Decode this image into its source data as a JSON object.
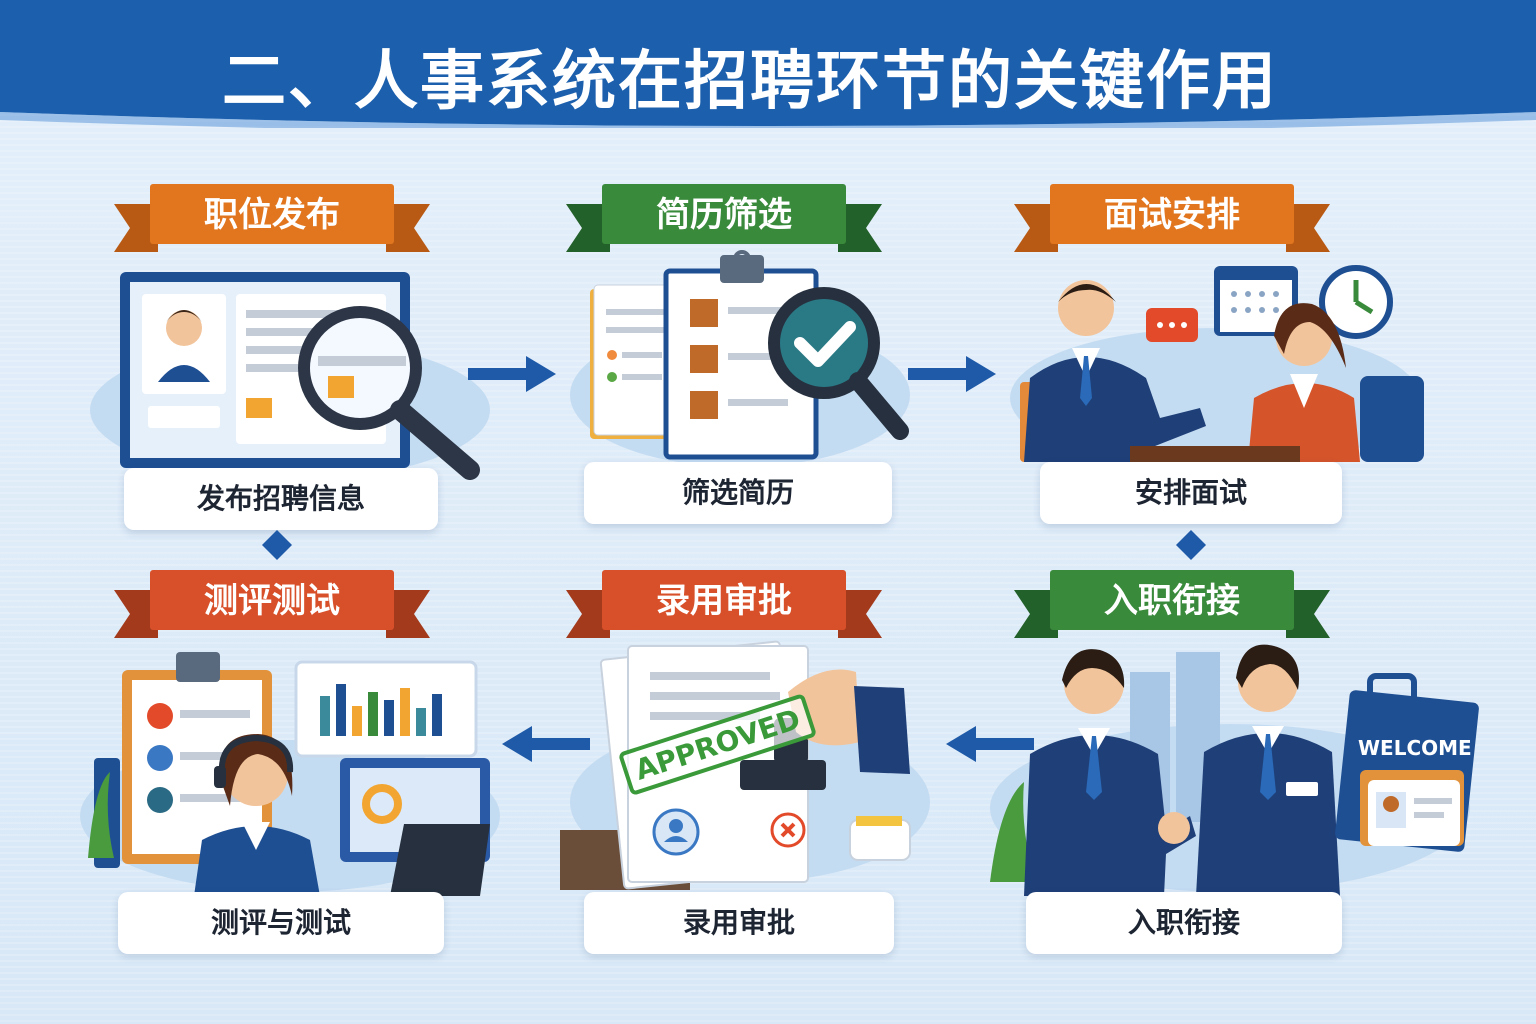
{
  "title": "二、人事系统在招聘环节的关键作用",
  "steps": [
    {
      "banner": "职位发布",
      "caption": "发布招聘信息",
      "color": "#e2761f"
    },
    {
      "banner": "简历筛选",
      "caption": "筛选简历",
      "color": "#3a8a3c"
    },
    {
      "banner": "面试安排",
      "caption": "安排面试",
      "color": "#e2761f"
    },
    {
      "banner": "测评测试",
      "caption": "测评与测试",
      "color": "#d8502a"
    },
    {
      "banner": "录用审批",
      "caption": "录用审批",
      "color": "#d8502a"
    },
    {
      "banner": "入职衔接",
      "caption": "入职衔接",
      "color": "#3a8a3c"
    }
  ],
  "stamp": "APPROVED",
  "welcome": "WELCOME",
  "colors": {
    "header": "#1b5fad",
    "arrow": "#1f5aa8",
    "accent_blue": "#1f4f93"
  }
}
